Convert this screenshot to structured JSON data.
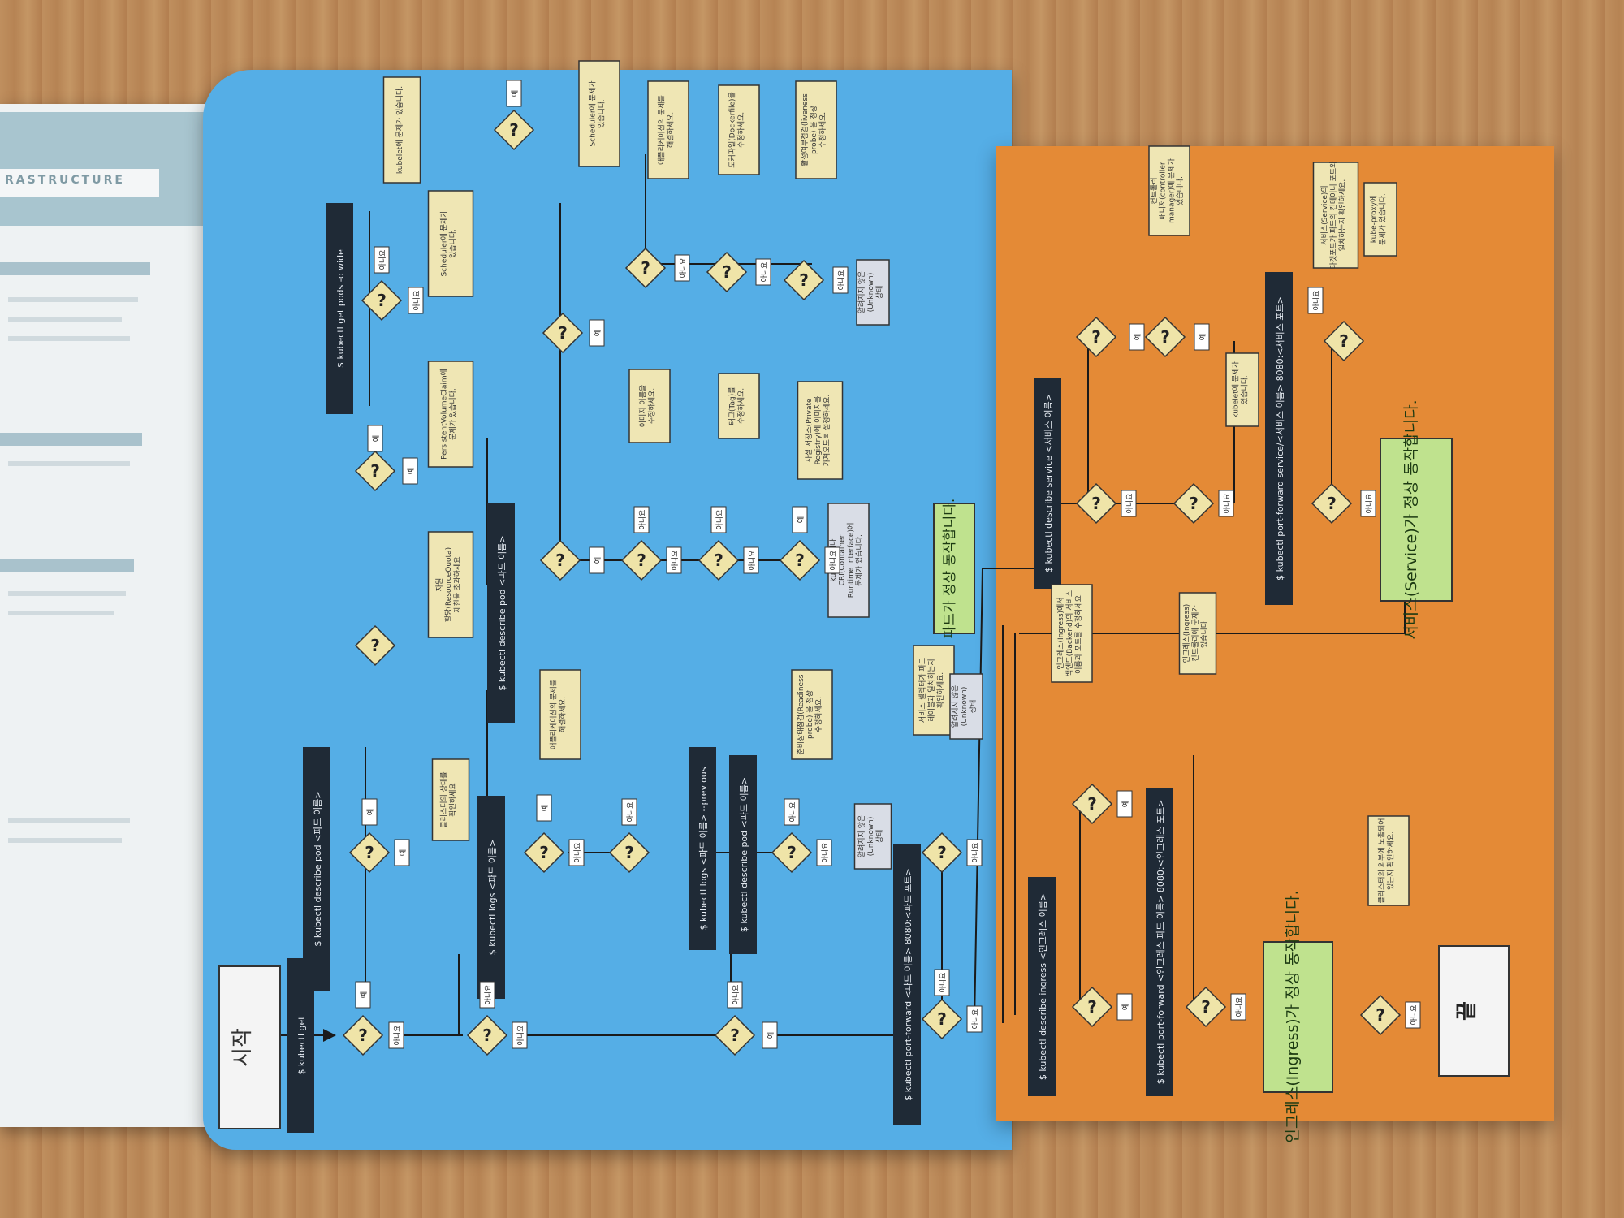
{
  "left_page": {
    "header": "RASTRUCTURE"
  },
  "start_label": "시작",
  "end_label": "끝",
  "commands": [
    {
      "id": "c1",
      "text": "$ kubectl get"
    },
    {
      "id": "c2",
      "text": "$ kubectl describe pod <파드 이름>"
    },
    {
      "id": "c3",
      "text": "$ kubectl logs <파드 이름>"
    },
    {
      "id": "c4",
      "text": "$ kubectl logs <파드 이름> --previous"
    },
    {
      "id": "c5",
      "text": "$ kubectl describe pod <파드 이름>"
    },
    {
      "id": "c6",
      "text": "$ kubectl describe pod <파드 이름>"
    },
    {
      "id": "c7",
      "text": "$ kubectl get pods -o wide"
    },
    {
      "id": "c8",
      "text": "$ kubectl port-forward <파드 이름> 8080:<파드 포트>"
    },
    {
      "id": "c9",
      "text": "$ kubectl describe service <서비스 이름>"
    },
    {
      "id": "c10",
      "text": "$ kubectl port-forward service/<서비스 이름> 8080:<서비스 포트>"
    },
    {
      "id": "c11",
      "text": "$ kubectl describe ingress <인그레스 이름>"
    },
    {
      "id": "c12",
      "text": "$ kubectl port-forward <인그레스 파드 이름> 8080:<인그레스 포트>"
    }
  ],
  "actions": [
    {
      "id": "a1",
      "text": "클러스터의 상태를 확인하세요"
    },
    {
      "id": "a2",
      "text": "자원 할당(ResourceQuota) 제한을 초과하세요"
    },
    {
      "id": "a3",
      "text": "PersistentVolumeClaim에 문제가 있습니다."
    },
    {
      "id": "a4",
      "text": "Scheduler에 문제가 있습니다."
    },
    {
      "id": "a5",
      "text": "kubelet에 문제가 있습니다."
    },
    {
      "id": "a6",
      "text": "Scheduler에 문제가 있습니다."
    },
    {
      "id": "a7",
      "text": "애플리케이션의 문제를 해결하세요."
    },
    {
      "id": "a8",
      "text": "이미지 이름을 수정하세요."
    },
    {
      "id": "a9",
      "text": "태그(Tag)를 수정하세요."
    },
    {
      "id": "a10",
      "text": "도커파일(Dockerfile)을 수정하세요."
    },
    {
      "id": "a11",
      "text": "활성여부점검(liveness probe) 을 정상 수정하세요."
    },
    {
      "id": "a12",
      "text": "애플리케이션의 문제를 해결하세요."
    },
    {
      "id": "a13",
      "text": "준비상태점검(Readiness probe) 을 정상 수정하세요."
    },
    {
      "id": "a14",
      "text": "사설 저장소(Private Registry)에 이미지를 가져오도록 설정하세요."
    },
    {
      "id": "a15",
      "text": "서비스 셀렉터가 파드 레이블과 일치하는지 확인하세요."
    },
    {
      "id": "a16",
      "text": "인그레스(Ingress)에서 백엔드(Backend)의 서비스 이름과 포트를 수정하세요."
    },
    {
      "id": "a17",
      "text": "인그레스(Ingress) 컨트롤러에 문제가 있습니다."
    },
    {
      "id": "a18",
      "text": "kubelet에 문제가 있습니다."
    },
    {
      "id": "a19",
      "text": "컨트롤러 매니저(controller manager)에 문제가 있습니다."
    },
    {
      "id": "a20",
      "text": "서비스(Service)의 타겟포트가 파드의 컨테이너 포트와 일치하는지 확인하세요."
    },
    {
      "id": "a21",
      "text": "kube-proxy에 문제가 있습니다."
    },
    {
      "id": "a22",
      "text": "클러스터의 외부에 노출되어 있는지 확인하세요."
    }
  ],
  "unknown": [
    {
      "id": "u1",
      "text": "알려지지 않은 (Unknown) 상태"
    },
    {
      "id": "u2",
      "text": "알려지지 않은 (Unknown) 상태"
    },
    {
      "id": "u3",
      "text": "알려지지 않은 (Unknown) 상태"
    },
    {
      "id": "u4",
      "text": "kubelet 이나 CRI(Container Runtime Interface)에 문제가 있습니다."
    }
  ],
  "results": {
    "pod_ok": "파드가 정상 동작합니다.",
    "service_ok": "서비스(Service)가 정상 동작합니다.",
    "ingress_ok": "인그레스(Ingress)가 정상 동작합니다."
  },
  "yes": "예",
  "no": "아니요",
  "question": "?",
  "colors": {
    "blue_panel": "#55aee6",
    "orange_panel": "#e48a36",
    "command_bg": "#1f2a36",
    "action_bg": "#efe6b4",
    "unknown_bg": "#d9dde6",
    "result_bg": "#bfe28e",
    "diamond": "#efe4a8"
  }
}
